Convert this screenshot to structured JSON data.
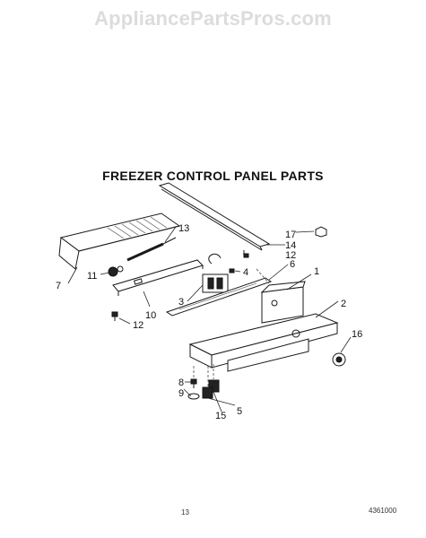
{
  "watermark": "AppliancePartsPros.com",
  "title": "FREEZER CONTROL PANEL PARTS",
  "callouts": [
    "1",
    "2",
    "3",
    "4",
    "5",
    "6",
    "7",
    "8",
    "9",
    "10",
    "11",
    "12",
    "12",
    "13",
    "14",
    "15",
    "16",
    "17"
  ],
  "footer": {
    "page_number": "13",
    "doc_number": "4361000"
  }
}
